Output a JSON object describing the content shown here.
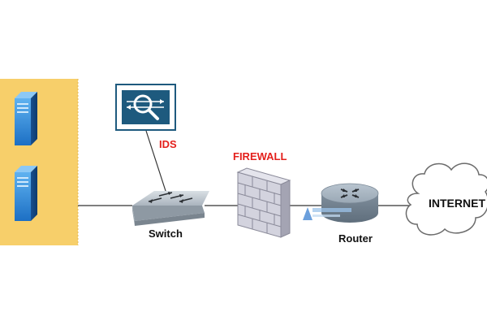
{
  "labels": {
    "ids": "IDS",
    "firewall": "FIREWALL",
    "switch": "Switch",
    "router": "Router",
    "internet": "INTERNET"
  },
  "colors": {
    "server_zone": "#f7cf6a",
    "ids_frame": "#1e5a7e",
    "accent_red": "#e4201c",
    "server_blue": "#2a86d6",
    "router_body": "#8e9dab",
    "switch_body": "#b9c2ca",
    "firewall_brick": "#c7c7d3",
    "link": "#333333"
  },
  "icons": {
    "server": "server-icon",
    "ids": "ids-magnifier-icon",
    "switch": "switch-icon",
    "firewall": "firewall-icon",
    "router": "router-icon",
    "internet": "cloud-icon"
  }
}
